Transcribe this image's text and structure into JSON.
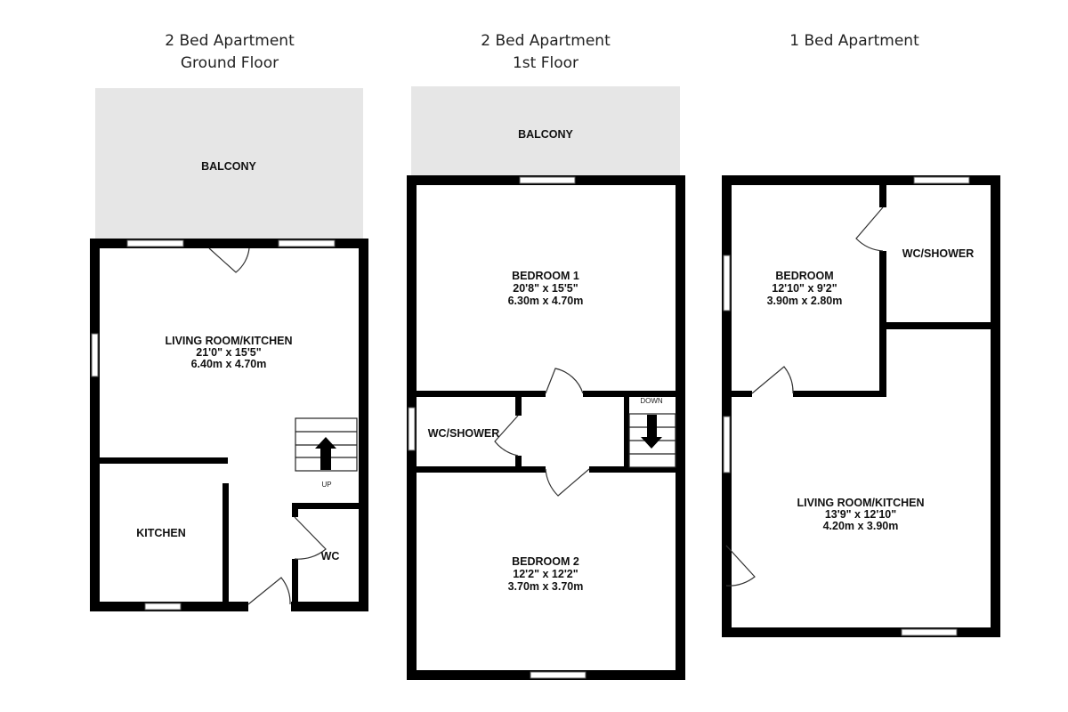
{
  "plans": [
    {
      "heading": [
        "2 Bed Apartment",
        "Ground Floor"
      ],
      "balcony": "BALCONY",
      "rooms": [
        {
          "name": "LIVING ROOM/KITCHEN",
          "imperial": "21'0\"  x 15'5\"",
          "metric": "6.40m  x 4.70m"
        },
        {
          "name": "KITCHEN"
        },
        {
          "name": "WC"
        }
      ],
      "stairs_label": "UP"
    },
    {
      "heading": [
        "2 Bed Apartment",
        "1st Floor"
      ],
      "balcony": "BALCONY",
      "rooms": [
        {
          "name": "BEDROOM 1",
          "imperial": "20'8\"  x 15'5\"",
          "metric": "6.30m  x 4.70m"
        },
        {
          "name": "WC/SHOWER"
        },
        {
          "name": "BEDROOM 2",
          "imperial": "12'2\"  x 12'2\"",
          "metric": "3.70m  x 3.70m"
        }
      ],
      "stairs_label": "DOWN"
    },
    {
      "heading": [
        "1 Bed Apartment"
      ],
      "rooms": [
        {
          "name": "BEDROOM",
          "imperial": "12'10\"  x 9'2\"",
          "metric": "3.90m  x 2.80m"
        },
        {
          "name": "WC/SHOWER"
        },
        {
          "name": "LIVING ROOM/KITCHEN",
          "imperial": "13'9\"  x 12'10\"",
          "metric": "4.20m  x 3.90m"
        }
      ]
    }
  ],
  "colors": {
    "wall": "#000000",
    "balcony": "#e6e6e6",
    "background": "#ffffff"
  }
}
